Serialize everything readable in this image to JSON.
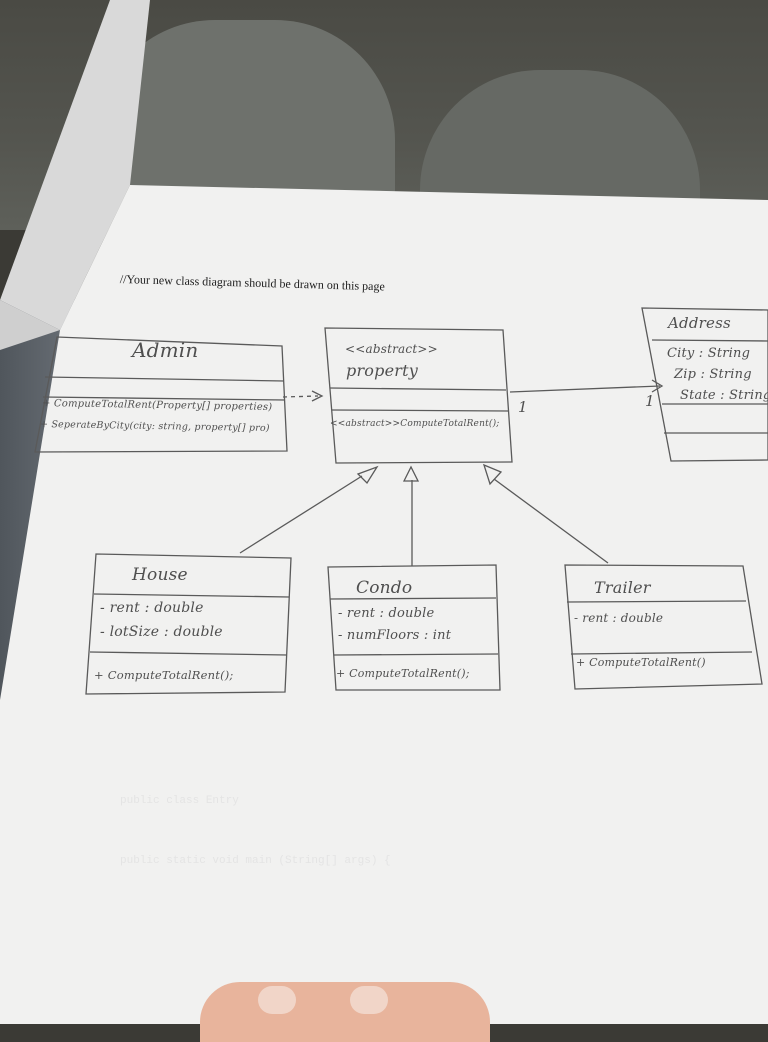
{
  "page": {
    "printed_heading": "//Your new class diagram should be drawn on this page"
  },
  "diagram": {
    "classes": {
      "admin": {
        "name": "Admin",
        "attributes": [],
        "methods": [
          "+ ComputeTotalRent(Property[] properties)",
          "+ SeperateByCity(city: string, property[] pro)"
        ]
      },
      "property": {
        "stereotype": "<<abstract>>",
        "name": "property",
        "attributes": [],
        "methods": [
          "<<abstract>>ComputeTotalRent();"
        ]
      },
      "address": {
        "name": "Address",
        "attributes": [
          "City : String",
          "Zip : String",
          "State : String"
        ],
        "methods": []
      },
      "house": {
        "name": "House",
        "attributes": [
          "- rent : double",
          "- lotSize : double"
        ],
        "methods": [
          "+ ComputeTotalRent();"
        ]
      },
      "condo": {
        "name": "Condo",
        "attributes": [
          "- rent : double",
          "- numFloors : int"
        ],
        "methods": [
          "+ ComputeTotalRent();"
        ]
      },
      "trailer": {
        "name": "Trailer",
        "attributes": [
          "- rent : double"
        ],
        "methods": [
          "+ ComputeTotalRent()"
        ]
      }
    },
    "relationships": {
      "admin_property": {
        "type": "dependency"
      },
      "property_address": {
        "type": "association",
        "multiplicity_source": "1",
        "multiplicity_target": "1"
      },
      "house_property": {
        "type": "generalization"
      },
      "condo_property": {
        "type": "generalization"
      },
      "trailer_property": {
        "type": "generalization"
      }
    }
  },
  "bleed_through": [
    "public class Entry",
    "public static void main (String[] args) {"
  ]
}
